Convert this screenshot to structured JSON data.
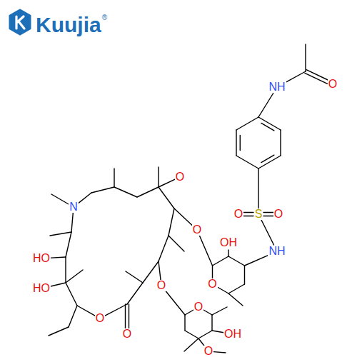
{
  "diagram": {
    "labels": [
      "Kuujia",
      "®",
      "NH",
      "O",
      "O",
      "S",
      "O",
      "NH",
      "OH",
      "O",
      "O",
      "O",
      "N",
      "HO",
      "HO",
      "O",
      "O",
      "O",
      "O",
      "O",
      "OH"
    ]
  }
}
